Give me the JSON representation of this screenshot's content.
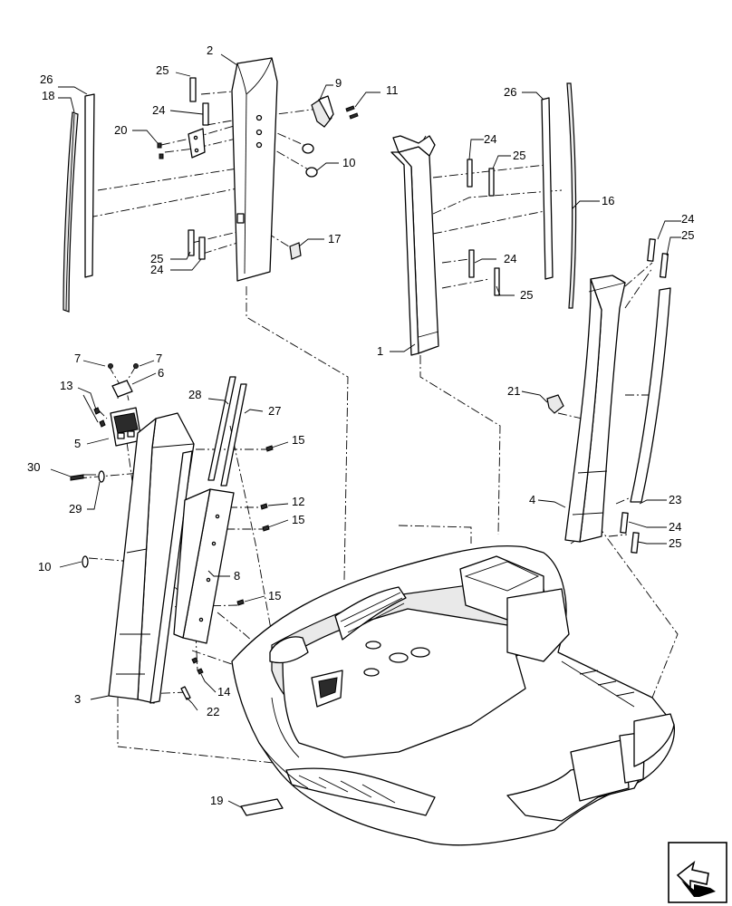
{
  "callouts": {
    "c1": "1",
    "c2": "2",
    "c3": "3",
    "c4": "4",
    "c5": "5",
    "c6": "6",
    "c7a": "7",
    "c7b": "7",
    "c8": "8",
    "c9": "9",
    "c10a": "10",
    "c10b": "10",
    "c11": "11",
    "c12": "12",
    "c13": "13",
    "c14": "14",
    "c15a": "15",
    "c15b": "15",
    "c15c": "15",
    "c16": "16",
    "c17": "17",
    "c18": "18",
    "c19": "19",
    "c20": "20",
    "c21": "21",
    "c22": "22",
    "c23": "23",
    "c24a": "24",
    "c24b": "24",
    "c24c": "24",
    "c24d": "24",
    "c24e": "24",
    "c24f": "24",
    "c25a": "25",
    "c25b": "25",
    "c25c": "25",
    "c25d": "25",
    "c25e": "25",
    "c25f": "25",
    "c26a": "26",
    "c26b": "26",
    "c27": "27",
    "c28": "28",
    "c29": "29",
    "c30": "30"
  },
  "nav_icon": "next-page-arrow-icon"
}
